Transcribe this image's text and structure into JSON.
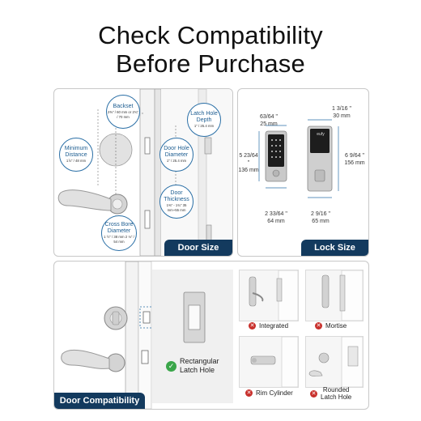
{
  "title": {
    "line1": "Check Compatibility",
    "line2": "Before Purchase"
  },
  "door_size": {
    "tag": "Door Size",
    "backset": {
      "title": "Backset",
      "value": "2⅜\" / 60 mm or 2¾\" / 70 mm"
    },
    "latch_hole_depth": {
      "title": "Latch Hole Depth",
      "value": "1\" / 25.4 mm"
    },
    "minimum_distance": {
      "title": "Minimum Distance",
      "value": "1⅞\" / 48 mm"
    },
    "door_hole_diameter": {
      "title": "Door Hole Diameter",
      "value": "1\" / 25.4 mm"
    },
    "door_thickness": {
      "title": "Door Thickness",
      "value": "1⅜\" - 1¾\" 35 mm~55 mm"
    },
    "cross_bore_diameter": {
      "title": "Cross Bore Diameter",
      "value": "1 ½\" / 38 mm 2 ⅛\" / 54 mm"
    }
  },
  "lock_size": {
    "tag": "Lock Size",
    "keypad_width": {
      "inch": "63/64 \"",
      "mm": "25 mm"
    },
    "keypad_height": {
      "inch": "5 23/64 \"",
      "mm": "136 mm"
    },
    "keypad_base": {
      "inch": "2 33/64 \"",
      "mm": "64 mm"
    },
    "inner_width": {
      "inch": "1 3/16 \"",
      "mm": "30 mm"
    },
    "inner_height": {
      "inch": "6 9/64 \"",
      "mm": "156 mm"
    },
    "inner_base": {
      "inch": "2 9/16 \"",
      "mm": "65 mm"
    },
    "brand": "eufy"
  },
  "door_compat": {
    "tag": "Door Compatibility",
    "rect_latch": {
      "line1": "Rectangular",
      "line2": "Latch Hole"
    },
    "integrated": "Integrated",
    "mortise": "Mortise",
    "rim_cylinder": "Rim Cylinder",
    "rounded": {
      "line1": "Rounded",
      "line2": "Latch Hole"
    }
  },
  "colors": {
    "navy": "#133a5e",
    "accent_blue": "#2a6fa6",
    "ok_green": "#3aa64a",
    "no_red": "#c8302c"
  }
}
